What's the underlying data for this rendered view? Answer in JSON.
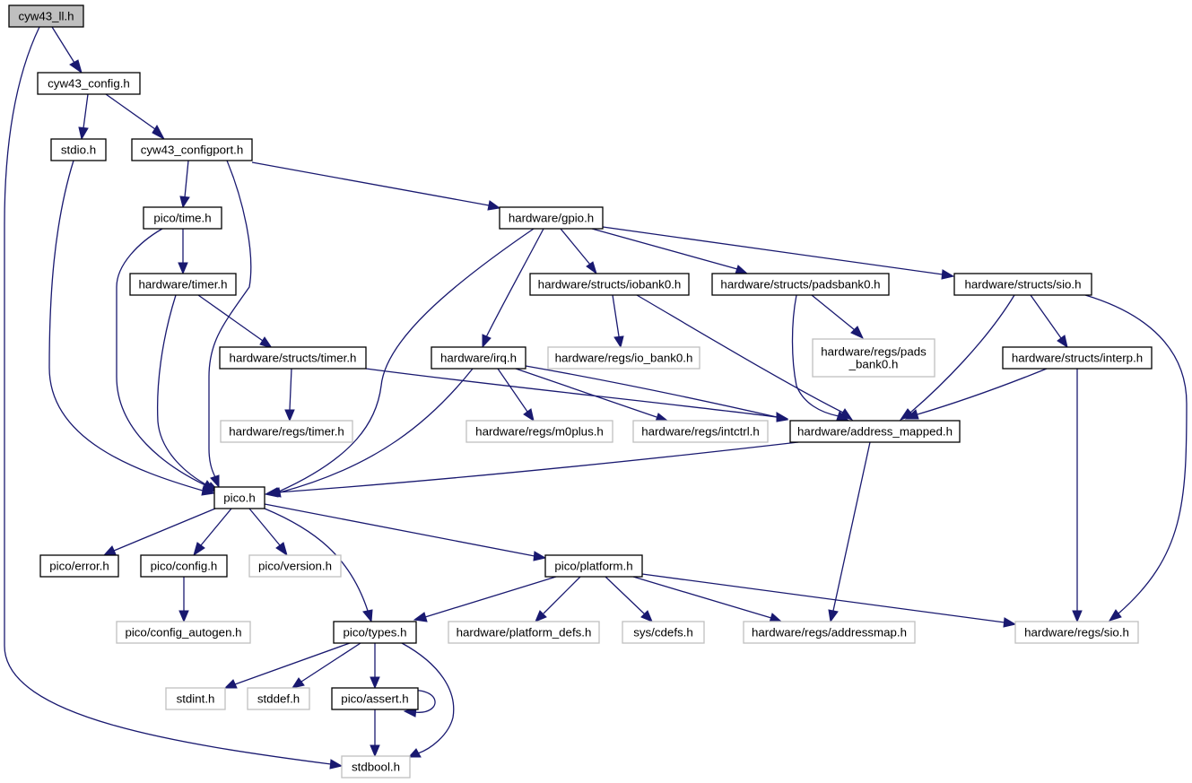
{
  "diagram": {
    "colors": {
      "edge": "#191970",
      "root_fill": "#bfbfbf",
      "linked_border": "#000000",
      "external_border": "#bfbfbf",
      "background": "#ffffff"
    },
    "nodes": [
      {
        "id": "cyw43_ll",
        "label": "cyw43_ll.h",
        "kind": "root"
      },
      {
        "id": "cyw43_config",
        "label": "cyw43_config.h",
        "kind": "link"
      },
      {
        "id": "stdio",
        "label": "stdio.h",
        "kind": "link"
      },
      {
        "id": "cyw43_configport",
        "label": "cyw43_configport.h",
        "kind": "link"
      },
      {
        "id": "pico_time",
        "label": "pico/time.h",
        "kind": "link"
      },
      {
        "id": "hw_gpio",
        "label": "hardware/gpio.h",
        "kind": "link"
      },
      {
        "id": "hw_timer",
        "label": "hardware/timer.h",
        "kind": "link"
      },
      {
        "id": "hw_structs_iobank0",
        "label": "hardware/structs/iobank0.h",
        "kind": "link"
      },
      {
        "id": "hw_structs_padsbank0",
        "label": "hardware/structs/padsbank0.h",
        "kind": "link"
      },
      {
        "id": "hw_structs_sio",
        "label": "hardware/structs/sio.h",
        "kind": "link"
      },
      {
        "id": "hw_structs_timer",
        "label": "hardware/structs/timer.h",
        "kind": "link"
      },
      {
        "id": "hw_irq",
        "label": "hardware/irq.h",
        "kind": "link"
      },
      {
        "id": "hw_regs_io_bank0",
        "label": "hardware/regs/io_bank0.h",
        "kind": "ext"
      },
      {
        "id": "hw_regs_pads_bank0",
        "label": "hardware/regs/pads\n_bank0.h",
        "kind": "ext"
      },
      {
        "id": "hw_structs_interp",
        "label": "hardware/structs/interp.h",
        "kind": "link"
      },
      {
        "id": "hw_regs_timer",
        "label": "hardware/regs/timer.h",
        "kind": "ext"
      },
      {
        "id": "hw_regs_m0plus",
        "label": "hardware/regs/m0plus.h",
        "kind": "ext"
      },
      {
        "id": "hw_regs_intctrl",
        "label": "hardware/regs/intctrl.h",
        "kind": "ext"
      },
      {
        "id": "hw_address_mapped",
        "label": "hardware/address_mapped.h",
        "kind": "link"
      },
      {
        "id": "pico",
        "label": "pico.h",
        "kind": "link"
      },
      {
        "id": "pico_error",
        "label": "pico/error.h",
        "kind": "link"
      },
      {
        "id": "pico_config",
        "label": "pico/config.h",
        "kind": "link"
      },
      {
        "id": "pico_version",
        "label": "pico/version.h",
        "kind": "ext"
      },
      {
        "id": "pico_platform",
        "label": "pico/platform.h",
        "kind": "link"
      },
      {
        "id": "pico_config_autogen",
        "label": "pico/config_autogen.h",
        "kind": "ext"
      },
      {
        "id": "pico_types",
        "label": "pico/types.h",
        "kind": "link"
      },
      {
        "id": "hw_platform_defs",
        "label": "hardware/platform_defs.h",
        "kind": "ext"
      },
      {
        "id": "sys_cdefs",
        "label": "sys/cdefs.h",
        "kind": "ext"
      },
      {
        "id": "hw_regs_addressmap",
        "label": "hardware/regs/addressmap.h",
        "kind": "ext"
      },
      {
        "id": "hw_regs_sio",
        "label": "hardware/regs/sio.h",
        "kind": "ext"
      },
      {
        "id": "stdint",
        "label": "stdint.h",
        "kind": "ext"
      },
      {
        "id": "stddef",
        "label": "stddef.h",
        "kind": "ext"
      },
      {
        "id": "pico_assert",
        "label": "pico/assert.h",
        "kind": "link"
      },
      {
        "id": "stdbool",
        "label": "stdbool.h",
        "kind": "ext"
      }
    ],
    "edges": [
      {
        "from": "cyw43_ll",
        "to": "cyw43_config"
      },
      {
        "from": "cyw43_ll",
        "to": "stdbool"
      },
      {
        "from": "cyw43_config",
        "to": "stdio"
      },
      {
        "from": "cyw43_config",
        "to": "cyw43_configport"
      },
      {
        "from": "stdio",
        "to": "pico"
      },
      {
        "from": "cyw43_configport",
        "to": "pico_time"
      },
      {
        "from": "cyw43_configport",
        "to": "hw_gpio"
      },
      {
        "from": "cyw43_configport",
        "to": "pico"
      },
      {
        "from": "pico_time",
        "to": "hw_timer"
      },
      {
        "from": "pico_time",
        "to": "pico"
      },
      {
        "from": "hw_timer",
        "to": "hw_structs_timer"
      },
      {
        "from": "hw_timer",
        "to": "pico"
      },
      {
        "from": "hw_gpio",
        "to": "hw_irq"
      },
      {
        "from": "hw_gpio",
        "to": "hw_structs_iobank0"
      },
      {
        "from": "hw_gpio",
        "to": "hw_structs_padsbank0"
      },
      {
        "from": "hw_gpio",
        "to": "hw_structs_sio"
      },
      {
        "from": "hw_gpio",
        "to": "pico"
      },
      {
        "from": "hw_structs_iobank0",
        "to": "hw_regs_io_bank0"
      },
      {
        "from": "hw_structs_iobank0",
        "to": "hw_address_mapped"
      },
      {
        "from": "hw_structs_padsbank0",
        "to": "hw_regs_pads_bank0"
      },
      {
        "from": "hw_structs_padsbank0",
        "to": "hw_address_mapped"
      },
      {
        "from": "hw_structs_sio",
        "to": "hw_structs_interp"
      },
      {
        "from": "hw_structs_sio",
        "to": "hw_address_mapped"
      },
      {
        "from": "hw_structs_sio",
        "to": "hw_regs_sio"
      },
      {
        "from": "hw_structs_interp",
        "to": "hw_address_mapped"
      },
      {
        "from": "hw_structs_interp",
        "to": "hw_regs_sio"
      },
      {
        "from": "hw_structs_timer",
        "to": "hw_regs_timer"
      },
      {
        "from": "hw_structs_timer",
        "to": "hw_address_mapped"
      },
      {
        "from": "hw_irq",
        "to": "hw_regs_m0plus"
      },
      {
        "from": "hw_irq",
        "to": "hw_regs_intctrl"
      },
      {
        "from": "hw_irq",
        "to": "hw_address_mapped"
      },
      {
        "from": "hw_irq",
        "to": "pico"
      },
      {
        "from": "hw_address_mapped",
        "to": "pico"
      },
      {
        "from": "hw_address_mapped",
        "to": "hw_regs_addressmap"
      },
      {
        "from": "pico",
        "to": "pico_error"
      },
      {
        "from": "pico",
        "to": "pico_config"
      },
      {
        "from": "pico",
        "to": "pico_version"
      },
      {
        "from": "pico",
        "to": "pico_platform"
      },
      {
        "from": "pico",
        "to": "pico_types"
      },
      {
        "from": "pico_config",
        "to": "pico_config_autogen"
      },
      {
        "from": "pico_platform",
        "to": "hw_platform_defs"
      },
      {
        "from": "pico_platform",
        "to": "sys_cdefs"
      },
      {
        "from": "pico_platform",
        "to": "hw_regs_addressmap"
      },
      {
        "from": "pico_platform",
        "to": "hw_regs_sio"
      },
      {
        "from": "pico_platform",
        "to": "pico_types"
      },
      {
        "from": "pico_types",
        "to": "stdint"
      },
      {
        "from": "pico_types",
        "to": "stddef"
      },
      {
        "from": "pico_types",
        "to": "pico_assert"
      },
      {
        "from": "pico_types",
        "to": "stdbool"
      },
      {
        "from": "pico_assert",
        "to": "stdbool"
      },
      {
        "from": "pico_assert",
        "to": "pico_assert"
      }
    ]
  }
}
